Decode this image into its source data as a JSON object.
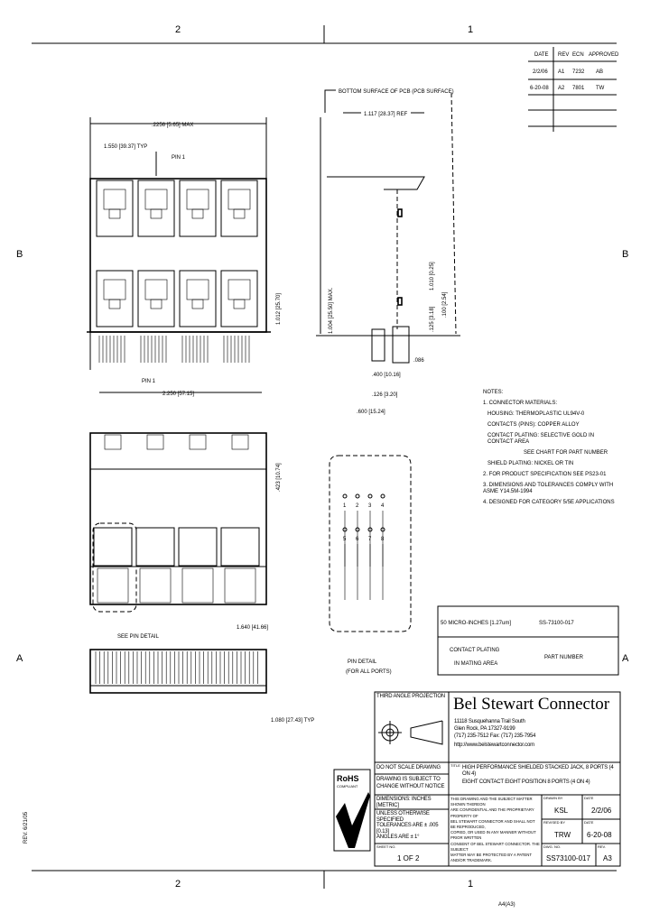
{
  "zones": {
    "top": [
      "2",
      "1"
    ],
    "side": [
      "B",
      "A"
    ],
    "bottom": [
      "2",
      "1"
    ]
  },
  "sheet_size": "A4(A3)",
  "side_stamp": "REV. 6/21/05",
  "revision_table": {
    "headers": [
      "DATE",
      "REV",
      "ECN",
      "APPROVED"
    ],
    "rows": [
      [
        "2/2/06",
        "A1",
        "7232",
        "AB"
      ],
      [
        "6-20-08",
        "A2",
        "7801",
        "TW"
      ]
    ]
  },
  "front_view": {
    "dim_width": ".2256 [5.65] MAX",
    "dim_pitch": "1.550 [39.37] TYP",
    "pin1_top": "PIN 1",
    "pin1_bottom": "PIN 1",
    "dim_bottom": "2.250 [57.15]",
    "dim_height": "1.012 [25.70]"
  },
  "side_view": {
    "label_top": "BOTTOM SURFACE OF PCB (PCB SURFACE)",
    "dim_depth": "1.117 [28.37] REF",
    "dim_height": "1.004 [25.50] MAX.",
    "dim_mid": ".125 [3.18]",
    "dim_right": "1.010 [0.25]",
    "dim_small": ".100 [2.54]",
    "dim_a": ".400 [10.16]",
    "dim_b": ".126 [3.20]",
    "dim_c": ".600 [15.24]",
    "dim_d": ".086"
  },
  "bottom_view": {
    "dim_right": ".423 [10.74]",
    "dim_pin": "1.640 [41.66]",
    "callout": "SEE PIN DETAIL"
  },
  "rear_view": {
    "dim_bottom": "1.080 [27.43] TYP"
  },
  "pin_detail": {
    "label": "PIN DETAIL",
    "sublabel": "(FOR ALL PORTS)",
    "pins": [
      "1",
      "2",
      "3",
      "4",
      "5",
      "6",
      "7",
      "8"
    ]
  },
  "notes": {
    "title": "NOTES:",
    "items": [
      "1. CONNECTOR MATERIALS:",
      "HOUSING: THERMOPLASTIC UL94V-0",
      "CONTACTS (PINS): COPPER ALLOY",
      "CONTACT PLATING: SELECTIVE GOLD IN CONTACT AREA",
      "SEE CHART FOR PART NUMBER",
      "SHIELD PLATING: NICKEL OR TIN",
      "2. FOR PRODUCT SPECIFICATION SEE PS23-01",
      "3. DIMENSIONS AND TOLERANCES COMPLY WITH ASME Y14.5M-1994",
      "4. DESIGNED FOR CATEGORY 5/5E APPLICATIONS"
    ]
  },
  "part_chart": {
    "plating": "50 MICRO-INCHES [1.27um]",
    "part_number": "SS-73100-017",
    "col1": [
      "CONTACT PLATING",
      "IN MATING AREA"
    ],
    "col2": "PART NUMBER"
  },
  "title_block": {
    "projection": "THIRD ANGLE PROJECTION",
    "company": "Bel Stewart Connector",
    "address": [
      "11118 Susquehanna Trail South",
      "Glen Rock, PA 17327-9199"
    ],
    "phone": "(717) 235-7512  Fax: (717) 235-7954",
    "website": "http://www.belstewartconnector.com",
    "do_not_scale": "DO NOT SCALE DRAWING",
    "subject_to_change": [
      "DRAWING IS SUBJECT TO",
      "CHANGE WITHOUT NOTICE"
    ],
    "title_label": "TITLE",
    "title": [
      "HIGH PERFORMANCE SHIELDED STACKED JACK, 8 PORTS (4 ON 4)",
      "EIGHT CONTACT EIGHT POSITION 8 PORTS (4 ON 4)"
    ],
    "units": "DIMENSIONS: INCHES [METRIC]",
    "tolerance": [
      "UNLESS OTHERWISE SPECIFIED",
      "TOLERANCES ARE ± .005 [0.13]",
      "ANGLES ARE ± 1°"
    ],
    "sheet_label": "SHEET NO.",
    "sheet": "1 OF 2",
    "confidential": [
      "THIS DRAWING AND THE SUBJECT MATTER SHOWN THEREON",
      "ARE CONFIDENTIAL AND THE PROPRIETARY PROPERTY OF",
      "BEL STEWART CONNECTOR AND SHALL NOT BE REPRODUCED,",
      "COPIED, OR USED IN ANY MANNER WITHOUT PRIOR WRITTEN",
      "CONSENT OF BEL STEWART CONNECTOR. THE SUBJECT",
      "MATTER MAY BE PROTECTED BY A PATENT AND/OR TRADEMARK."
    ],
    "drawn_label": "DRAWN BY",
    "drawn": "KSL",
    "date_label": "DATE",
    "date": "2/2/06",
    "revised_label": "REVISED BY",
    "revised": "TRW",
    "date2_label": "DATE",
    "date2": "6-20-08",
    "dwg_label": "DWG. NO.",
    "dwg": "SS73100-017",
    "rev_label": "REV.",
    "rev": "A3"
  },
  "rohs": {
    "label": "RoHS",
    "sub": "COMPLIANT"
  }
}
